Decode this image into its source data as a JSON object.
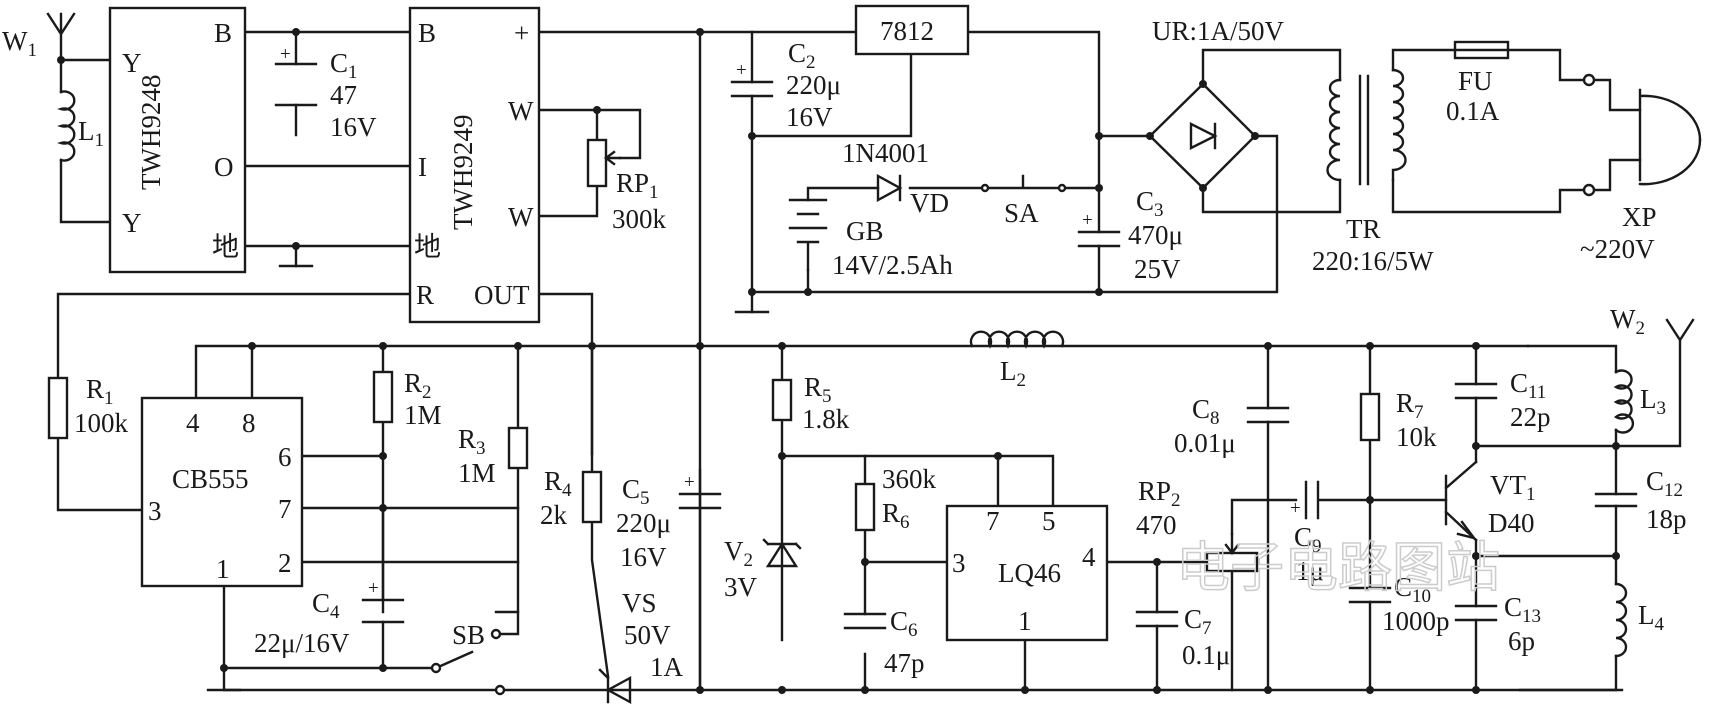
{
  "antennas": {
    "w1": "W",
    "w1_sub": "1",
    "w2": "W",
    "w2_sub": "2"
  },
  "inductors": {
    "l1": "L",
    "l1_sub": "1",
    "l2": "L",
    "l2_sub": "2",
    "l3": "L",
    "l3_sub": "3",
    "l4": "L",
    "l4_sub": "4"
  },
  "ic_twh9248": {
    "name": "TWH9248",
    "pin_y1": "Y",
    "pin_y2": "Y",
    "pin_b": "B",
    "pin_o": "O",
    "pin_gnd": "地"
  },
  "ic_twh9249": {
    "name": "TWH9249",
    "pin_b": "B",
    "pin_i": "I",
    "pin_gnd": "地",
    "pin_r": "R",
    "pin_plus": "+",
    "pin_w1": "W",
    "pin_w2": "W",
    "pin_out": "OUT"
  },
  "ic_cb555": {
    "name": "CB555",
    "pin4": "4",
    "pin8": "8",
    "pin6": "6",
    "pin7": "7",
    "pin3": "3",
    "pin2": "2",
    "pin1": "1"
  },
  "ic_lq46": {
    "name": "LQ46",
    "pin7": "7",
    "pin5": "5",
    "pin3": "3",
    "pin4": "4",
    "pin1": "1"
  },
  "regulator": {
    "name": "7812"
  },
  "capacitors": {
    "c1": {
      "ref": "C",
      "sub": "1",
      "value": "47",
      "rating": "16V"
    },
    "c2": {
      "ref": "C",
      "sub": "2",
      "value": "220μ",
      "rating": "16V"
    },
    "c3": {
      "ref": "C",
      "sub": "3",
      "value": "470μ",
      "rating": "25V"
    },
    "c4": {
      "ref": "C",
      "sub": "4",
      "value": "22μ/16V"
    },
    "c5": {
      "ref": "C",
      "sub": "5",
      "value": "220μ",
      "rating": "16V"
    },
    "c6": {
      "ref": "C",
      "sub": "6",
      "value": "47p"
    },
    "c7": {
      "ref": "C",
      "sub": "7",
      "value": "0.1μ"
    },
    "c8": {
      "ref": "C",
      "sub": "8",
      "value": "0.01μ"
    },
    "c9": {
      "ref": "C",
      "sub": "9",
      "value": "1μ"
    },
    "c10": {
      "ref": "C",
      "sub": "10",
      "value": "1000p"
    },
    "c11": {
      "ref": "C",
      "sub": "11",
      "value": "22p"
    },
    "c12": {
      "ref": "C",
      "sub": "12",
      "value": "18p"
    },
    "c13": {
      "ref": "C",
      "sub": "13",
      "value": "6p"
    }
  },
  "resistors": {
    "r1": {
      "ref": "R",
      "sub": "1",
      "value": "100k"
    },
    "r2": {
      "ref": "R",
      "sub": "2",
      "value": "1M"
    },
    "r3": {
      "ref": "R",
      "sub": "3",
      "value": "1M"
    },
    "r4": {
      "ref": "R",
      "sub": "4",
      "value": "2k"
    },
    "r5": {
      "ref": "R",
      "sub": "5",
      "value": "1.8k"
    },
    "r6": {
      "ref": "R",
      "sub": "6",
      "value": "360k"
    },
    "r7": {
      "ref": "R",
      "sub": "7",
      "value": "10k"
    },
    "rp1": {
      "ref": "RP",
      "sub": "1",
      "value": "300k"
    },
    "rp2": {
      "ref": "RP",
      "sub": "2",
      "value": "470"
    }
  },
  "diodes": {
    "vd": {
      "part": "1N4001",
      "ref": "VD"
    },
    "v2": {
      "ref": "V",
      "sub": "2",
      "value": "3V"
    },
    "vs": {
      "ref": "VS",
      "rating1": "50V",
      "rating2": "1A"
    }
  },
  "battery": {
    "ref": "GB",
    "value": "14V/2.5Ah"
  },
  "switches": {
    "sa": "SA",
    "sb": "SB"
  },
  "bridge": {
    "label": "UR:1A/50V"
  },
  "transformer": {
    "ref": "TR",
    "ratio": "220:16/5W"
  },
  "fuse": {
    "ref": "FU",
    "value": "0.1A"
  },
  "plug": {
    "ref": "XP",
    "value": "~220V"
  },
  "transistor": {
    "ref": "VT",
    "sub": "1",
    "part": "D40"
  },
  "watermark": "电子电路图站"
}
